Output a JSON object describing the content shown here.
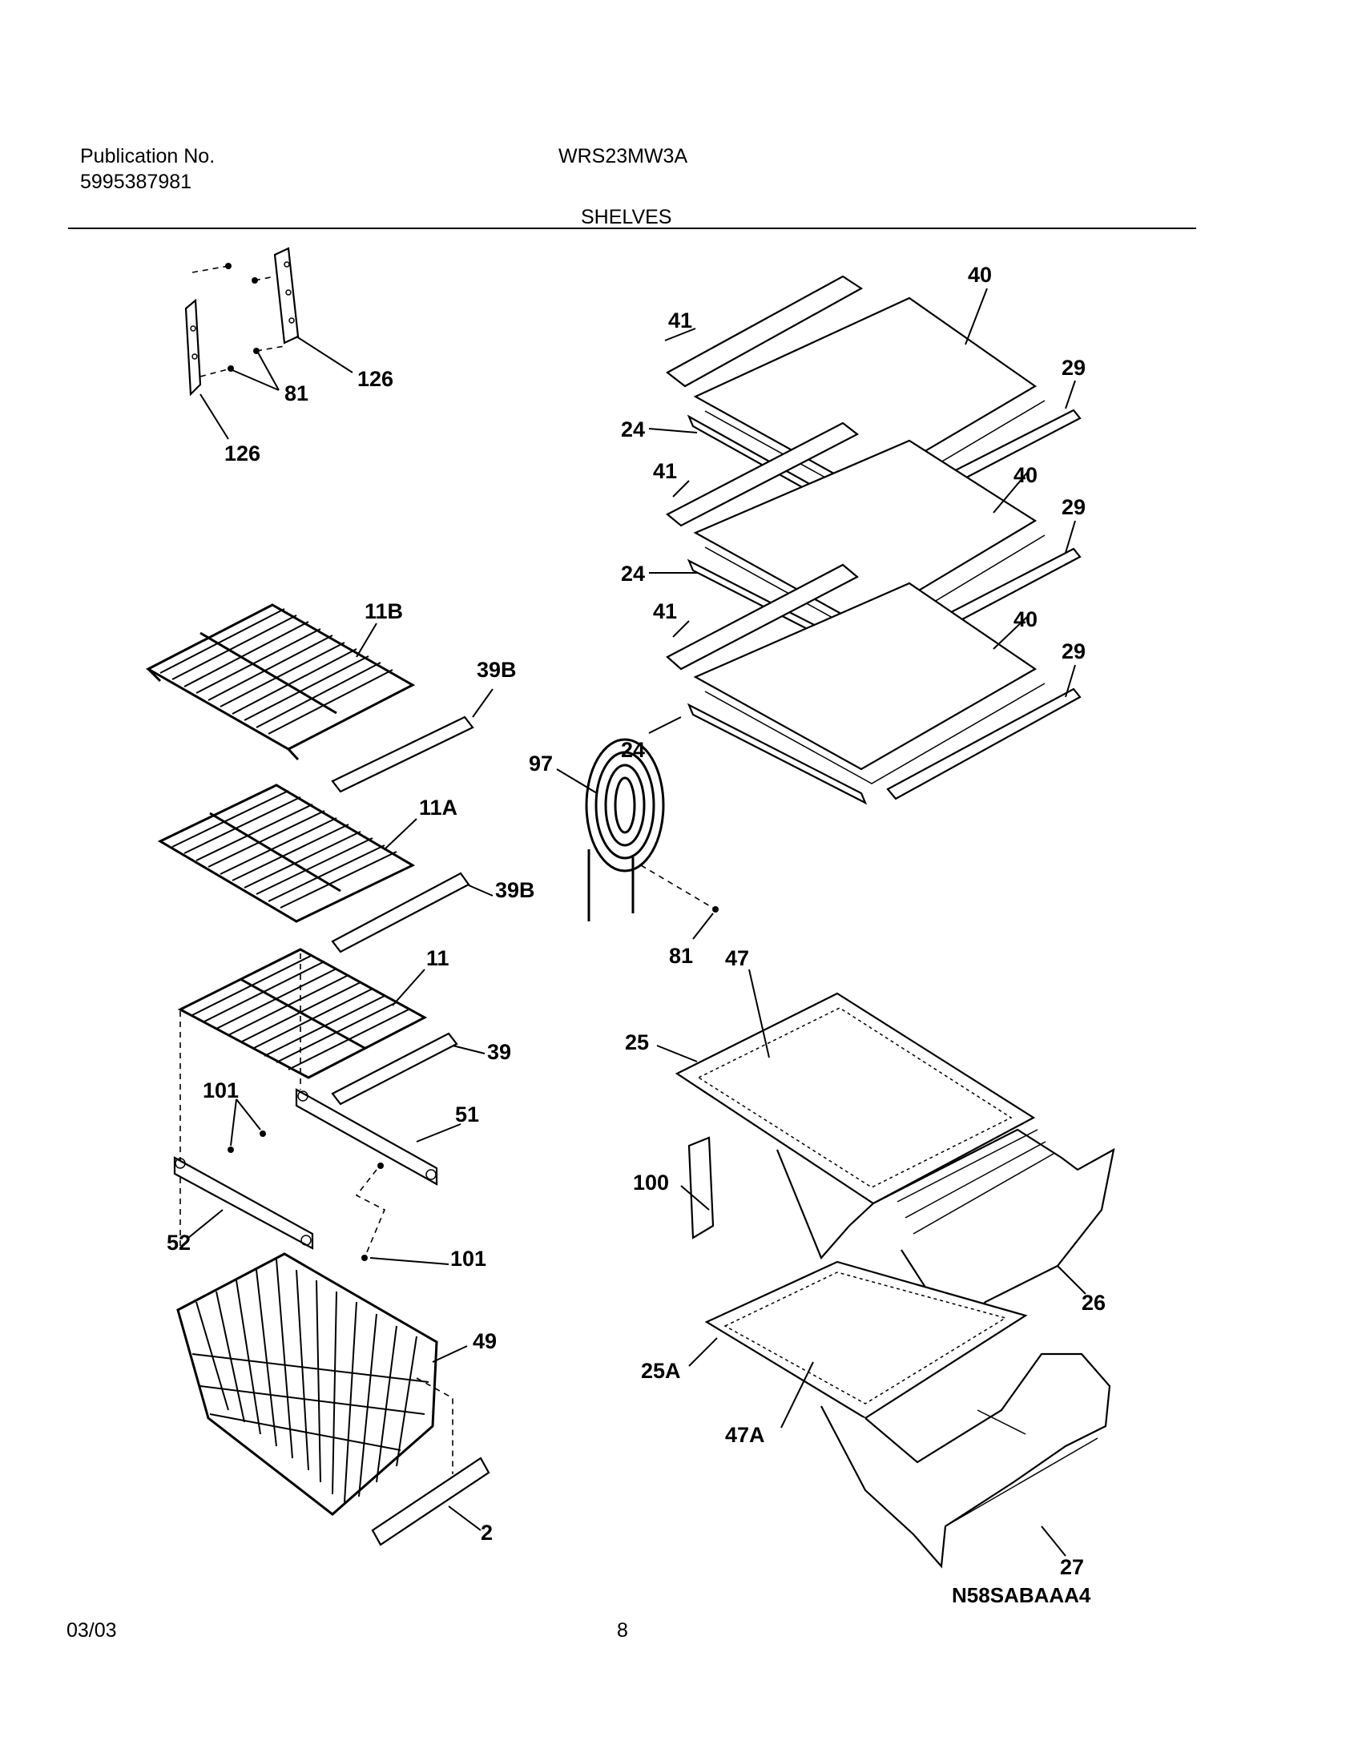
{
  "header": {
    "publication_label": "Publication No.",
    "publication_number": "5995387981",
    "model": "WRS23MW3A",
    "section_title": "SHELVES"
  },
  "callouts": {
    "c126a": "126",
    "c126b": "126",
    "c81a": "81",
    "c41a": "41",
    "c40a": "40",
    "c29a": "29",
    "c24a": "24",
    "c41b": "41",
    "c40b": "40",
    "c29b": "29",
    "c24b": "24",
    "c41c": "41",
    "c40c": "40",
    "c29c": "29",
    "c24c": "24",
    "c11b": "11B",
    "c39ba": "39B",
    "c11a": "11A",
    "c39bb": "39B",
    "c11": "11",
    "c39": "39",
    "c97": "97",
    "c81b": "81",
    "c47": "47",
    "c25": "25",
    "c101a": "101",
    "c51": "51",
    "c100": "100",
    "c52": "52",
    "c101b": "101",
    "c26": "26",
    "c49": "49",
    "c25a": "25A",
    "c47a": "47A",
    "c2": "2",
    "c27": "27"
  },
  "figure_code": "N58SABAAA4",
  "footer": {
    "date": "03/03",
    "page_number": "8"
  }
}
